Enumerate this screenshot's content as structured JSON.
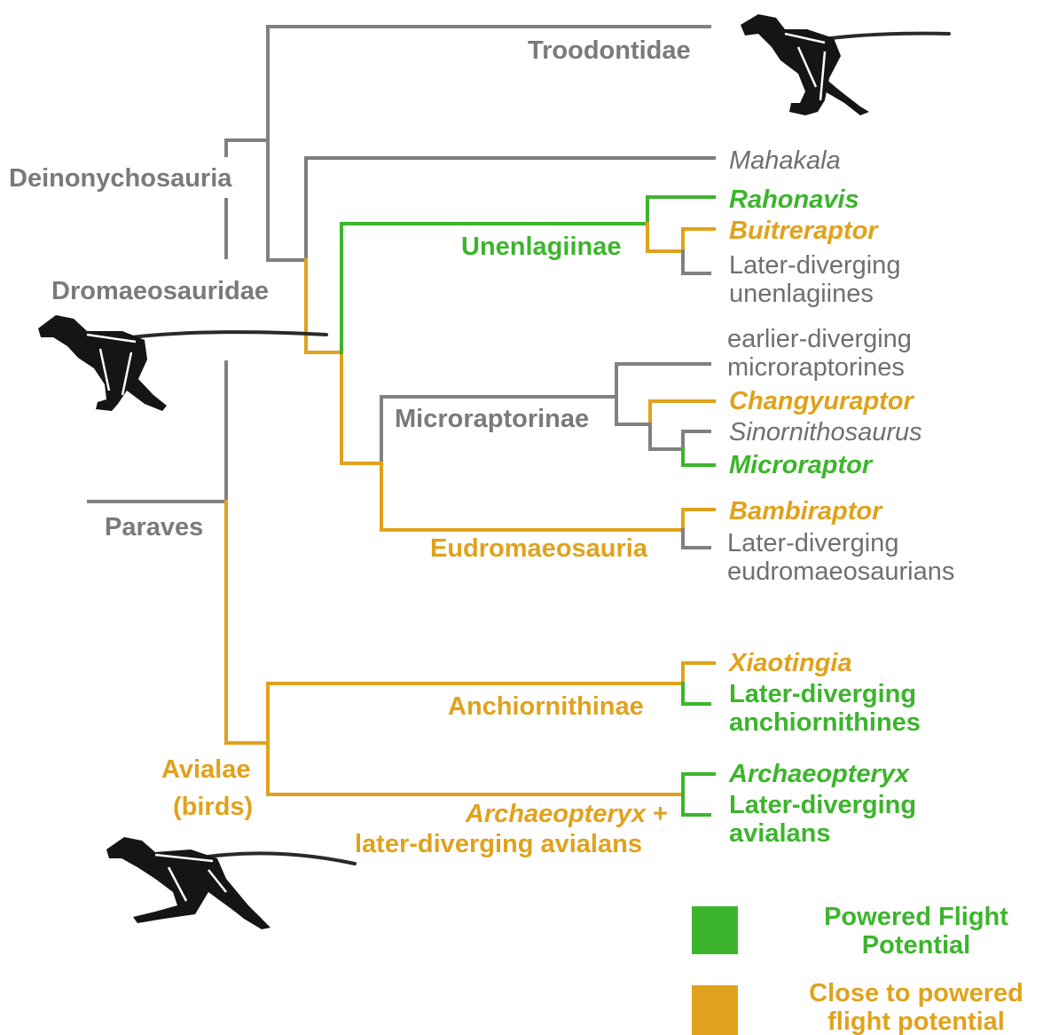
{
  "clades": {
    "troodontidae": "Troodontidae",
    "deinonychosauria": "Deinonychosauria",
    "dromaeosauridae": "Dromaeosauridae",
    "paraves": "Paraves",
    "avialae_line1": "Avialae",
    "avialae_line2": "(birds)",
    "unenlagiinae": "Unenlagiinae",
    "microraptorinae": "Microraptorinae",
    "eudromaeosauria": "Eudromaeosauria",
    "anchiornithinae": "Anchiornithinae",
    "archaeopteryx_group_line1_italic": "Archaeopteryx",
    "archaeopteryx_group_line1_plus": " +",
    "archaeopteryx_group_line2": "later-diverging avialans"
  },
  "taxa": {
    "mahakala": "Mahakala",
    "rahonavis": "Rahonavis",
    "buitreraptor": "Buitreraptor",
    "later_unenlagiines_1": "Later-diverging",
    "later_unenlagiines_2": "unenlagiines",
    "earlier_microraptorines_1": "earlier-diverging",
    "earlier_microraptorines_2": "microraptorines",
    "changyuraptor": "Changyuraptor",
    "sinornithosaurus": "Sinornithosaurus",
    "microraptor": "Microraptor",
    "bambiraptor": "Bambiraptor",
    "later_eudromaeosaurians_1": "Later-diverging",
    "later_eudromaeosaurians_2": "eudromaeosaurians",
    "xiaotingia": "Xiaotingia",
    "later_anchiornithines_1": "Later-diverging",
    "later_anchiornithines_2": "anchiornithines",
    "archaeopteryx": "Archaeopteryx",
    "later_avialans_1": "Later-diverging",
    "later_avialans_2": "avialans"
  },
  "legend": {
    "powered_line1": "Powered Flight",
    "powered_line2": "Potential",
    "close_line1": "Close to powered",
    "close_line2": "flight potential"
  },
  "colors": {
    "powered": "#3cb52c",
    "close": "#e0a21c",
    "neutral": "#808080"
  }
}
